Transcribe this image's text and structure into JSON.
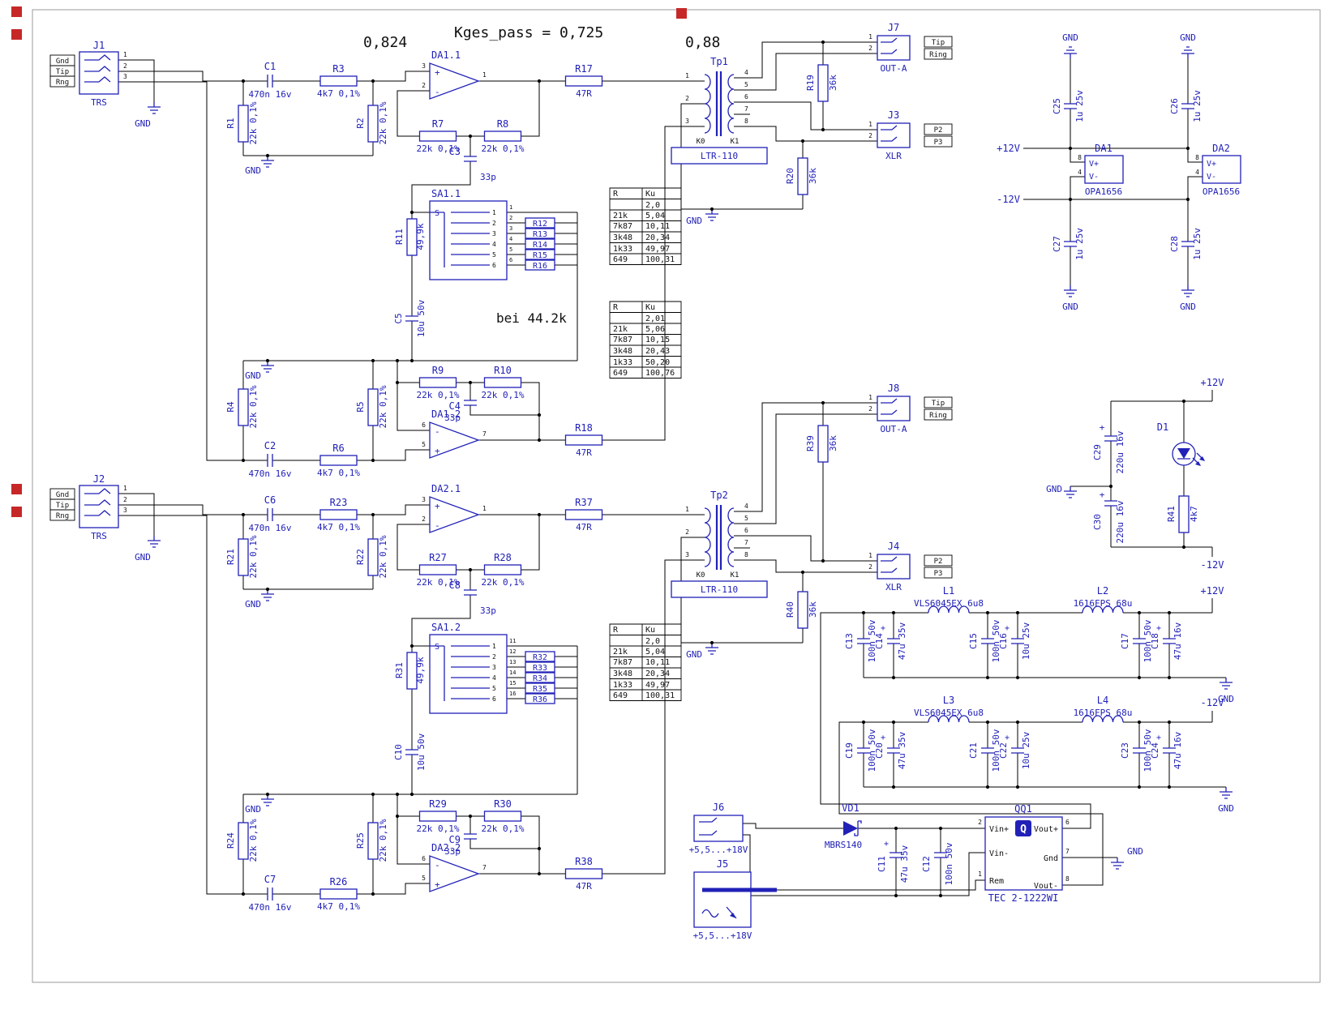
{
  "annotations": {
    "gain_left": "0,824",
    "kges": "Kges_pass = 0,725",
    "gain_right": "0,88",
    "bei": "bei 44.2k"
  },
  "net": {
    "gnd": "GND",
    "p12": "+12V",
    "m12": "-12V"
  },
  "sym": {
    "plus": "+"
  },
  "parts": {
    "C1": [
      "C1",
      "470n 16v"
    ],
    "C2": [
      "C2",
      "470n 16v"
    ],
    "C3": [
      "C3",
      "33p"
    ],
    "C4": [
      "C4",
      "33p"
    ],
    "C5": [
      "C5",
      "10u 50v"
    ],
    "C6": [
      "C6",
      "470n 16v"
    ],
    "C7": [
      "C7",
      "470n 16v"
    ],
    "C8": [
      "C8",
      "33p"
    ],
    "C9": [
      "C9",
      "33p"
    ],
    "C10": [
      "C10",
      "10u 50v"
    ],
    "C11": [
      "C11",
      "47u 35v"
    ],
    "C12": [
      "C12",
      "100n 50v"
    ],
    "C13": [
      "C13",
      "100n 50v"
    ],
    "C14": [
      "C14",
      "47u 35v"
    ],
    "C15": [
      "C15",
      "100n 50v"
    ],
    "C16": [
      "C16",
      "10u 25v"
    ],
    "C17": [
      "C17",
      "100n 50v"
    ],
    "C18": [
      "C18",
      "47u 16v"
    ],
    "C19": [
      "C19",
      "100n 50v"
    ],
    "C20": [
      "C20",
      "47u 35v"
    ],
    "C21": [
      "C21",
      "100n 50v"
    ],
    "C22": [
      "C22",
      "10u 25v"
    ],
    "C23": [
      "C23",
      "100n 50v"
    ],
    "C24": [
      "C24",
      "47u 16v"
    ],
    "C25": [
      "C25",
      "1u 25v"
    ],
    "C26": [
      "C26",
      "1u 25v"
    ],
    "C27": [
      "C27",
      "1u 25v"
    ],
    "C28": [
      "C28",
      "1u 25v"
    ],
    "C29": [
      "C29",
      "220u 16v"
    ],
    "C30": [
      "C30",
      "220u 16v"
    ],
    "R1": [
      "R1",
      "22k 0,1%"
    ],
    "R2": [
      "R2",
      "22k 0,1%"
    ],
    "R3": [
      "R3",
      "4k7 0,1%"
    ],
    "R4": [
      "R4",
      "22k 0,1%"
    ],
    "R5": [
      "R5",
      "22k 0,1%"
    ],
    "R6": [
      "R6",
      "4k7 0,1%"
    ],
    "R7": [
      "R7",
      "22k 0,1%"
    ],
    "R8": [
      "R8",
      "22k 0,1%"
    ],
    "R9": [
      "R9",
      "22k 0,1%"
    ],
    "R10": [
      "R10",
      "22k 0,1%"
    ],
    "R11": [
      "R11",
      "49,9k"
    ],
    "R12": [
      "R12"
    ],
    "R13": [
      "R13"
    ],
    "R14": [
      "R14"
    ],
    "R15": [
      "R15"
    ],
    "R16": [
      "R16"
    ],
    "R17": [
      "R17",
      "47R"
    ],
    "R18": [
      "R18",
      "47R"
    ],
    "R19": [
      "R19",
      "36k"
    ],
    "R20": [
      "R20",
      "36k"
    ],
    "R21": [
      "R21",
      "22k 0,1%"
    ],
    "R22": [
      "R22",
      "22k 0,1%"
    ],
    "R23": [
      "R23",
      "4k7 0,1%"
    ],
    "R24": [
      "R24",
      "22k 0,1%"
    ],
    "R25": [
      "R25",
      "22k 0,1%"
    ],
    "R26": [
      "R26",
      "4k7 0,1%"
    ],
    "R27": [
      "R27",
      "22k 0,1%"
    ],
    "R28": [
      "R28",
      "22k 0,1%"
    ],
    "R29": [
      "R29",
      "22k 0,1%"
    ],
    "R30": [
      "R30",
      "22k 0,1%"
    ],
    "R31": [
      "R31",
      "49,9k"
    ],
    "R32": [
      "R32"
    ],
    "R33": [
      "R33"
    ],
    "R34": [
      "R34"
    ],
    "R35": [
      "R35"
    ],
    "R36": [
      "R36"
    ],
    "R37": [
      "R37",
      "47R"
    ],
    "R38": [
      "R38",
      "47R"
    ],
    "R39": [
      "R39",
      "36k"
    ],
    "R40": [
      "R40",
      "36k"
    ],
    "R41": [
      "R41",
      "4k7"
    ],
    "L1": [
      "L1",
      "VLS6045EX 6u8"
    ],
    "L2": [
      "L2",
      "1616FPS 68u"
    ],
    "L3": [
      "L3",
      "VLS6045EX 6u8"
    ],
    "L4": [
      "L4",
      "1616FPS 68u"
    ],
    "VD1": [
      "VD1",
      "MBRS140"
    ],
    "D1": [
      "D1"
    ]
  },
  "opamps": {
    "DA11": {
      "name": "DA1.1",
      "pins": [
        "3",
        "2",
        "1"
      ],
      "signs": [
        "+",
        "-"
      ]
    },
    "DA12": {
      "name": "DA1.2",
      "pins": [
        "6",
        "5",
        "7"
      ],
      "signs": [
        "-",
        "+"
      ]
    },
    "DA21": {
      "name": "DA2.1",
      "pins": [
        "3",
        "2",
        "1"
      ],
      "signs": [
        "+",
        "-"
      ]
    },
    "DA22": {
      "name": "DA2.2",
      "pins": [
        "6",
        "5",
        "7"
      ],
      "signs": [
        "-",
        "+"
      ]
    }
  },
  "jacks": {
    "J1": {
      "name": "J1",
      "type": "TRS",
      "rows": [
        "Gnd",
        "Tip",
        "Rng"
      ],
      "pins": [
        "1",
        "2",
        "3"
      ]
    },
    "J2": {
      "name": "J2",
      "type": "TRS",
      "rows": [
        "Gnd",
        "Tip",
        "Rng"
      ],
      "pins": [
        "1",
        "2",
        "3"
      ]
    },
    "J7": {
      "name": "J7",
      "type": "OUT-A",
      "pins": [
        "1",
        "2"
      ],
      "tags": [
        "Tip",
        "Ring"
      ]
    },
    "J8": {
      "name": "J8",
      "type": "OUT-A",
      "pins": [
        "1",
        "2"
      ],
      "tags": [
        "Tip",
        "Ring"
      ]
    },
    "J3": {
      "name": "J3",
      "type": "XLR",
      "pins": [
        "1",
        "2"
      ],
      "tags": [
        "P2",
        "P3"
      ]
    },
    "J4": {
      "name": "J4",
      "type": "XLR",
      "pins": [
        "1",
        "2"
      ],
      "tags": [
        "P2",
        "P3"
      ]
    },
    "J6": {
      "name": "J6",
      "label": "+5,5...+18V"
    },
    "J5": {
      "name": "J5",
      "label": "+5,5...+18V"
    }
  },
  "switches": {
    "SA11": {
      "name": "SA1.1",
      "s": "S",
      "positions": [
        "1",
        "2",
        "3",
        "4",
        "5",
        "6"
      ],
      "pins": [
        "1",
        "2",
        "3",
        "4",
        "5",
        "6"
      ]
    },
    "SA12": {
      "name": "SA1.2",
      "s": "S",
      "positions": [
        "1",
        "2",
        "3",
        "4",
        "5",
        "6"
      ],
      "pins": [
        "11",
        "12",
        "13",
        "14",
        "15",
        "16"
      ]
    }
  },
  "transformers": {
    "TP1": {
      "name": "Tp1",
      "model": "LTR-110",
      "pins_left": [
        "1",
        "2",
        "3"
      ],
      "pins_right": [
        "4",
        "5",
        "6",
        "7",
        "8"
      ],
      "k": [
        "K0",
        "K1"
      ]
    },
    "TP2": {
      "name": "Tp2",
      "model": "LTR-110",
      "pins_left": [
        "1",
        "2",
        "3"
      ],
      "pins_right": [
        "4",
        "5",
        "6",
        "7",
        "8"
      ],
      "k": [
        "K0",
        "K1"
      ]
    }
  },
  "ics": {
    "DA1": {
      "name": "DA1",
      "model": "OPA1656",
      "vplus": "V+",
      "vminus": "V-",
      "pin_vplus": "8",
      "pin_vminus": "4"
    },
    "DA2": {
      "name": "DA2",
      "model": "OPA1656",
      "vplus": "V+",
      "vminus": "V-",
      "pin_vplus": "8",
      "pin_vminus": "4"
    },
    "QQ1": {
      "name": "QQ1",
      "model": "TEC 2-1222WI",
      "logo": "Q",
      "pins_left": [
        [
          "2",
          "Vin+"
        ],
        [
          "",
          "Vin-"
        ],
        [
          "1",
          "Rem"
        ]
      ],
      "pins_right": [
        [
          "6",
          "Vout+"
        ],
        [
          "7",
          "Gnd"
        ],
        [
          "8",
          "Vout-"
        ]
      ]
    }
  },
  "tables": {
    "t1": {
      "headers": [
        "R",
        "Ku"
      ],
      "rows": [
        [
          "",
          "2,0"
        ],
        [
          "21k",
          "5,04"
        ],
        [
          "7k87",
          "10,11"
        ],
        [
          "3k48",
          "20,34"
        ],
        [
          "1k33",
          "49,97"
        ],
        [
          "649",
          "100,31"
        ]
      ]
    },
    "t2": {
      "headers": [
        "R",
        "Ku"
      ],
      "rows": [
        [
          "",
          "2,01"
        ],
        [
          "21k",
          "5,06"
        ],
        [
          "7k87",
          "10,15"
        ],
        [
          "3k48",
          "20,43"
        ],
        [
          "1k33",
          "50,20"
        ],
        [
          "649",
          "100,76"
        ]
      ]
    },
    "t3": {
      "headers": [
        "R",
        "Ku"
      ],
      "rows": [
        [
          "",
          "2,0"
        ],
        [
          "21k",
          "5,04"
        ],
        [
          "7k87",
          "10,11"
        ],
        [
          "3k48",
          "20,34"
        ],
        [
          "1k33",
          "49,97"
        ],
        [
          "649",
          "100,31"
        ]
      ]
    }
  }
}
